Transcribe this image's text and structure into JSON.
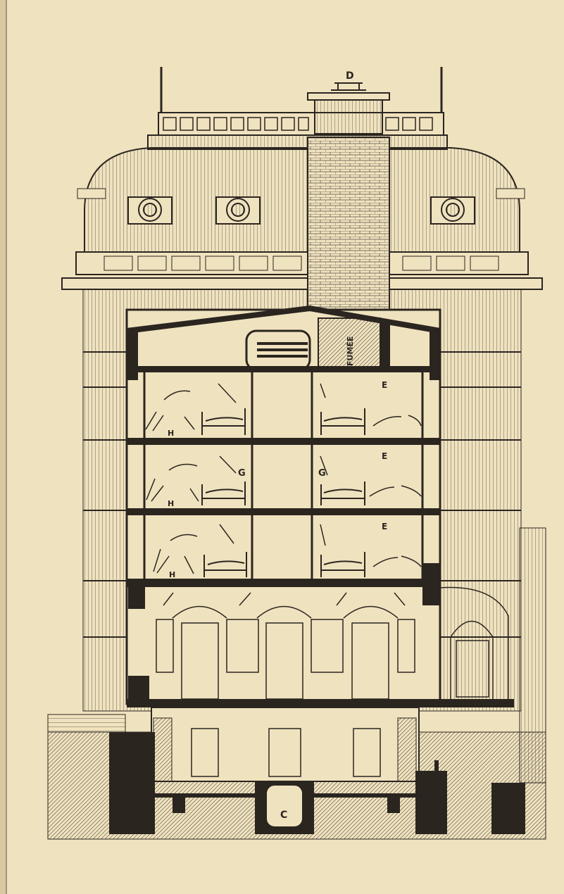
{
  "figure": {
    "top_label": "D",
    "chimney_label": "FUMÉE",
    "boiler_label": "C",
    "room_labels": {
      "exhaust": [
        "E",
        "E",
        "E"
      ],
      "shaft": [
        "G",
        "G"
      ],
      "inlet": [
        "H",
        "H",
        "H"
      ]
    }
  },
  "colors": {
    "paper": "#efe2be",
    "ink": "#2b2520",
    "wall": "#3a332c"
  }
}
